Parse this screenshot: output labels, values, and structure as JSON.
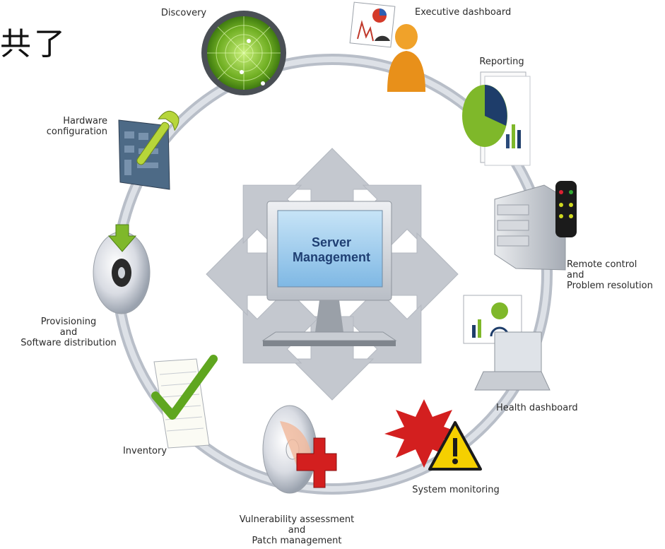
{
  "partial_text": "共了",
  "center": {
    "title": "Server\nManagement"
  },
  "nodes": [
    {
      "id": "discovery",
      "label": "Discovery",
      "icon": "radar-icon"
    },
    {
      "id": "executive-dashboard",
      "label": "Executive dashboard",
      "icon": "executive-person-chart-icon"
    },
    {
      "id": "reporting",
      "label": "Reporting",
      "icon": "pie-chart-report-icon"
    },
    {
      "id": "remote-control",
      "label": "Remote control\nand\nProblem resolution",
      "icon": "server-remote-icon"
    },
    {
      "id": "health-dashboard",
      "label": "Health dashboard",
      "icon": "laptop-dashboard-icon"
    },
    {
      "id": "system-monitoring",
      "label": "System  monitoring",
      "icon": "alert-warning-icon"
    },
    {
      "id": "vulnerability",
      "label": "Vulnerability assessment\nand\nPatch management",
      "icon": "cd-patch-cross-icon"
    },
    {
      "id": "inventory",
      "label": "Inventory",
      "icon": "checked-document-icon"
    },
    {
      "id": "provisioning",
      "label": "Provisioning\nand\nSoftware distribution",
      "icon": "cd-download-icon"
    },
    {
      "id": "hardware-config",
      "label": "Hardware\nconfiguration",
      "icon": "circuit-wrench-icon"
    }
  ],
  "colors": {
    "ring": "#c6ccd6",
    "arrows": "#c4c8cf",
    "screen": "#9cc8ea",
    "screen_text": "#1f3f73"
  }
}
